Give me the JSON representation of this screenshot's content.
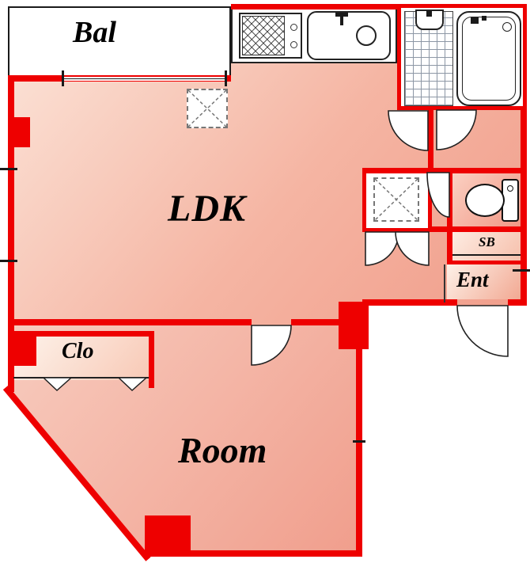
{
  "rooms": {
    "balcony": {
      "label": "Bal"
    },
    "ldk": {
      "label": "LDK"
    },
    "bedroom": {
      "label": "Room"
    },
    "closet": {
      "label": "Clo"
    },
    "entrance": {
      "label": "Ent"
    },
    "shoe_box": {
      "label": "SB"
    }
  },
  "colors": {
    "wall_red": "#ee0000",
    "floor_light": "#fce8dd",
    "floor_dark": "#ee8f7c",
    "line_black": "#1a1a1a"
  },
  "fixtures": {
    "kitchen": [
      "stove-icon",
      "sink-icon",
      "faucet-icon"
    ],
    "bathroom": [
      "bathtub-icon",
      "shower-tile-icon",
      "washbasin-icon"
    ],
    "sanitary": [
      "toilet-icon"
    ],
    "symbols": [
      "pipe-space-icon",
      "pillar-hatch-icon",
      "door-arc-icon",
      "hanger-icon",
      "window-icon"
    ]
  }
}
